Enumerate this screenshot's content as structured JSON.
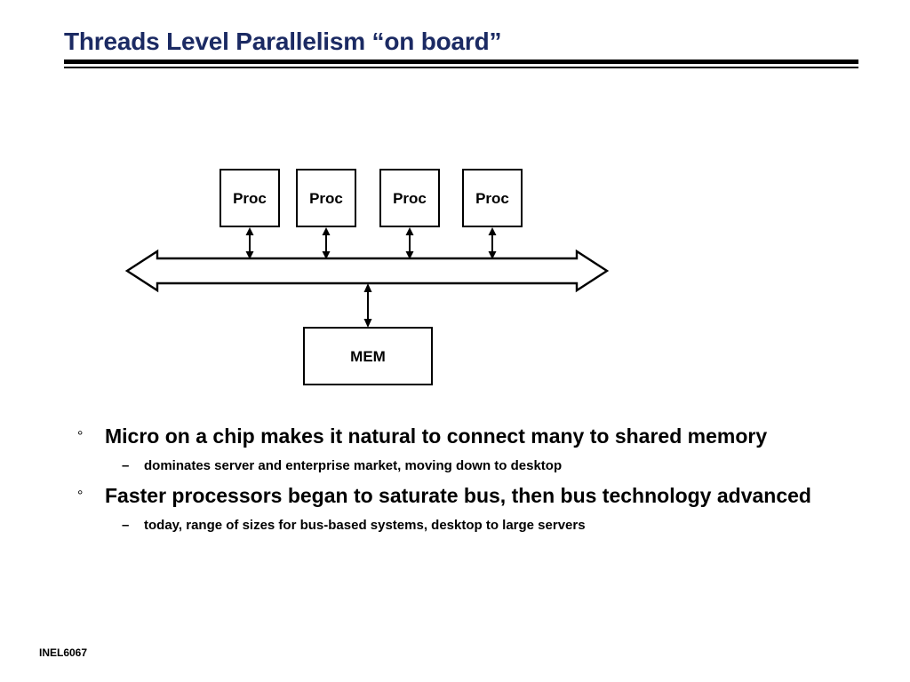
{
  "slide": {
    "title": "Threads Level Parallelism “on board”",
    "title_color": "#1b2a63",
    "footer": "INEL6067"
  },
  "diagram": {
    "processors": [
      {
        "label": "Proc"
      },
      {
        "label": "Proc"
      },
      {
        "label": "Proc"
      },
      {
        "label": "Proc"
      }
    ],
    "memory": {
      "label": "MEM"
    },
    "bus": {
      "name": "shared-bus",
      "style": "double-headed-open-arrow"
    },
    "connectors": {
      "style": "double-headed-arrow",
      "count": 5
    }
  },
  "body": {
    "bullets": [
      {
        "marker": "°",
        "text": "Micro on a chip makes it natural to connect many to shared memory",
        "sub": [
          {
            "marker": "–",
            "text": "dominates server and enterprise market, moving down to desktop"
          }
        ]
      },
      {
        "marker": "°",
        "text": "Faster processors began to saturate bus, then bus technology advanced",
        "sub": [
          {
            "marker": "–",
            "text": "today, range of sizes for bus-based systems, desktop to large servers"
          }
        ]
      }
    ]
  }
}
